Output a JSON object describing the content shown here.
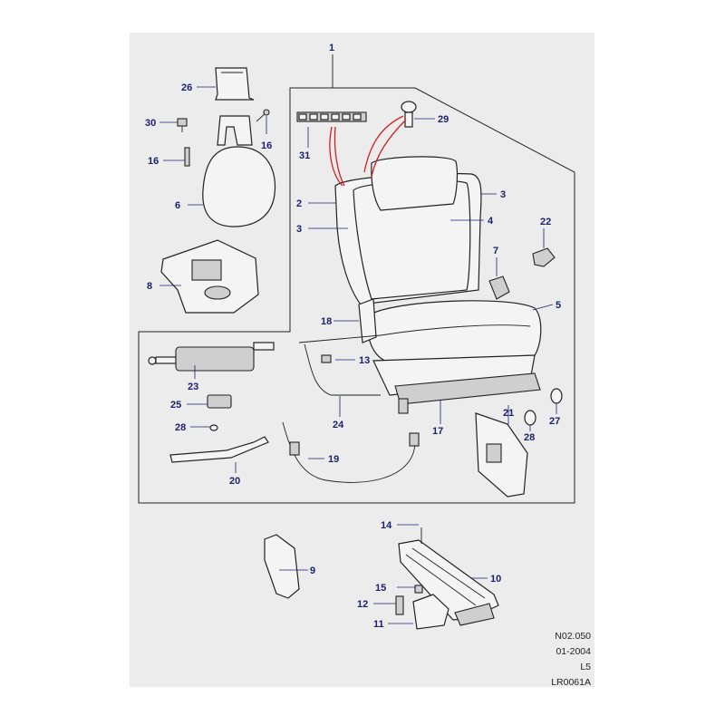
{
  "callouts": {
    "c1": "1",
    "c2": "2",
    "c3a": "3",
    "c3b": "3",
    "c4": "4",
    "c5": "5",
    "c6": "6",
    "c7": "7",
    "c8": "8",
    "c9": "9",
    "c10": "10",
    "c11": "11",
    "c12": "12",
    "c13": "13",
    "c14": "14",
    "c15": "15",
    "c16a": "16",
    "c16b": "16",
    "c17": "17",
    "c18": "18",
    "c19": "19",
    "c20": "20",
    "c21": "21",
    "c22": "22",
    "c23": "23",
    "c24": "24",
    "c25": "25",
    "c26": "26",
    "c27": "27",
    "c28a": "28",
    "c28b": "28",
    "c29": "29",
    "c30": "30",
    "c31": "31"
  },
  "reference": {
    "code": "N02.050",
    "date": "01-2004",
    "level": "L5",
    "drawing_id": "LR0061A"
  }
}
